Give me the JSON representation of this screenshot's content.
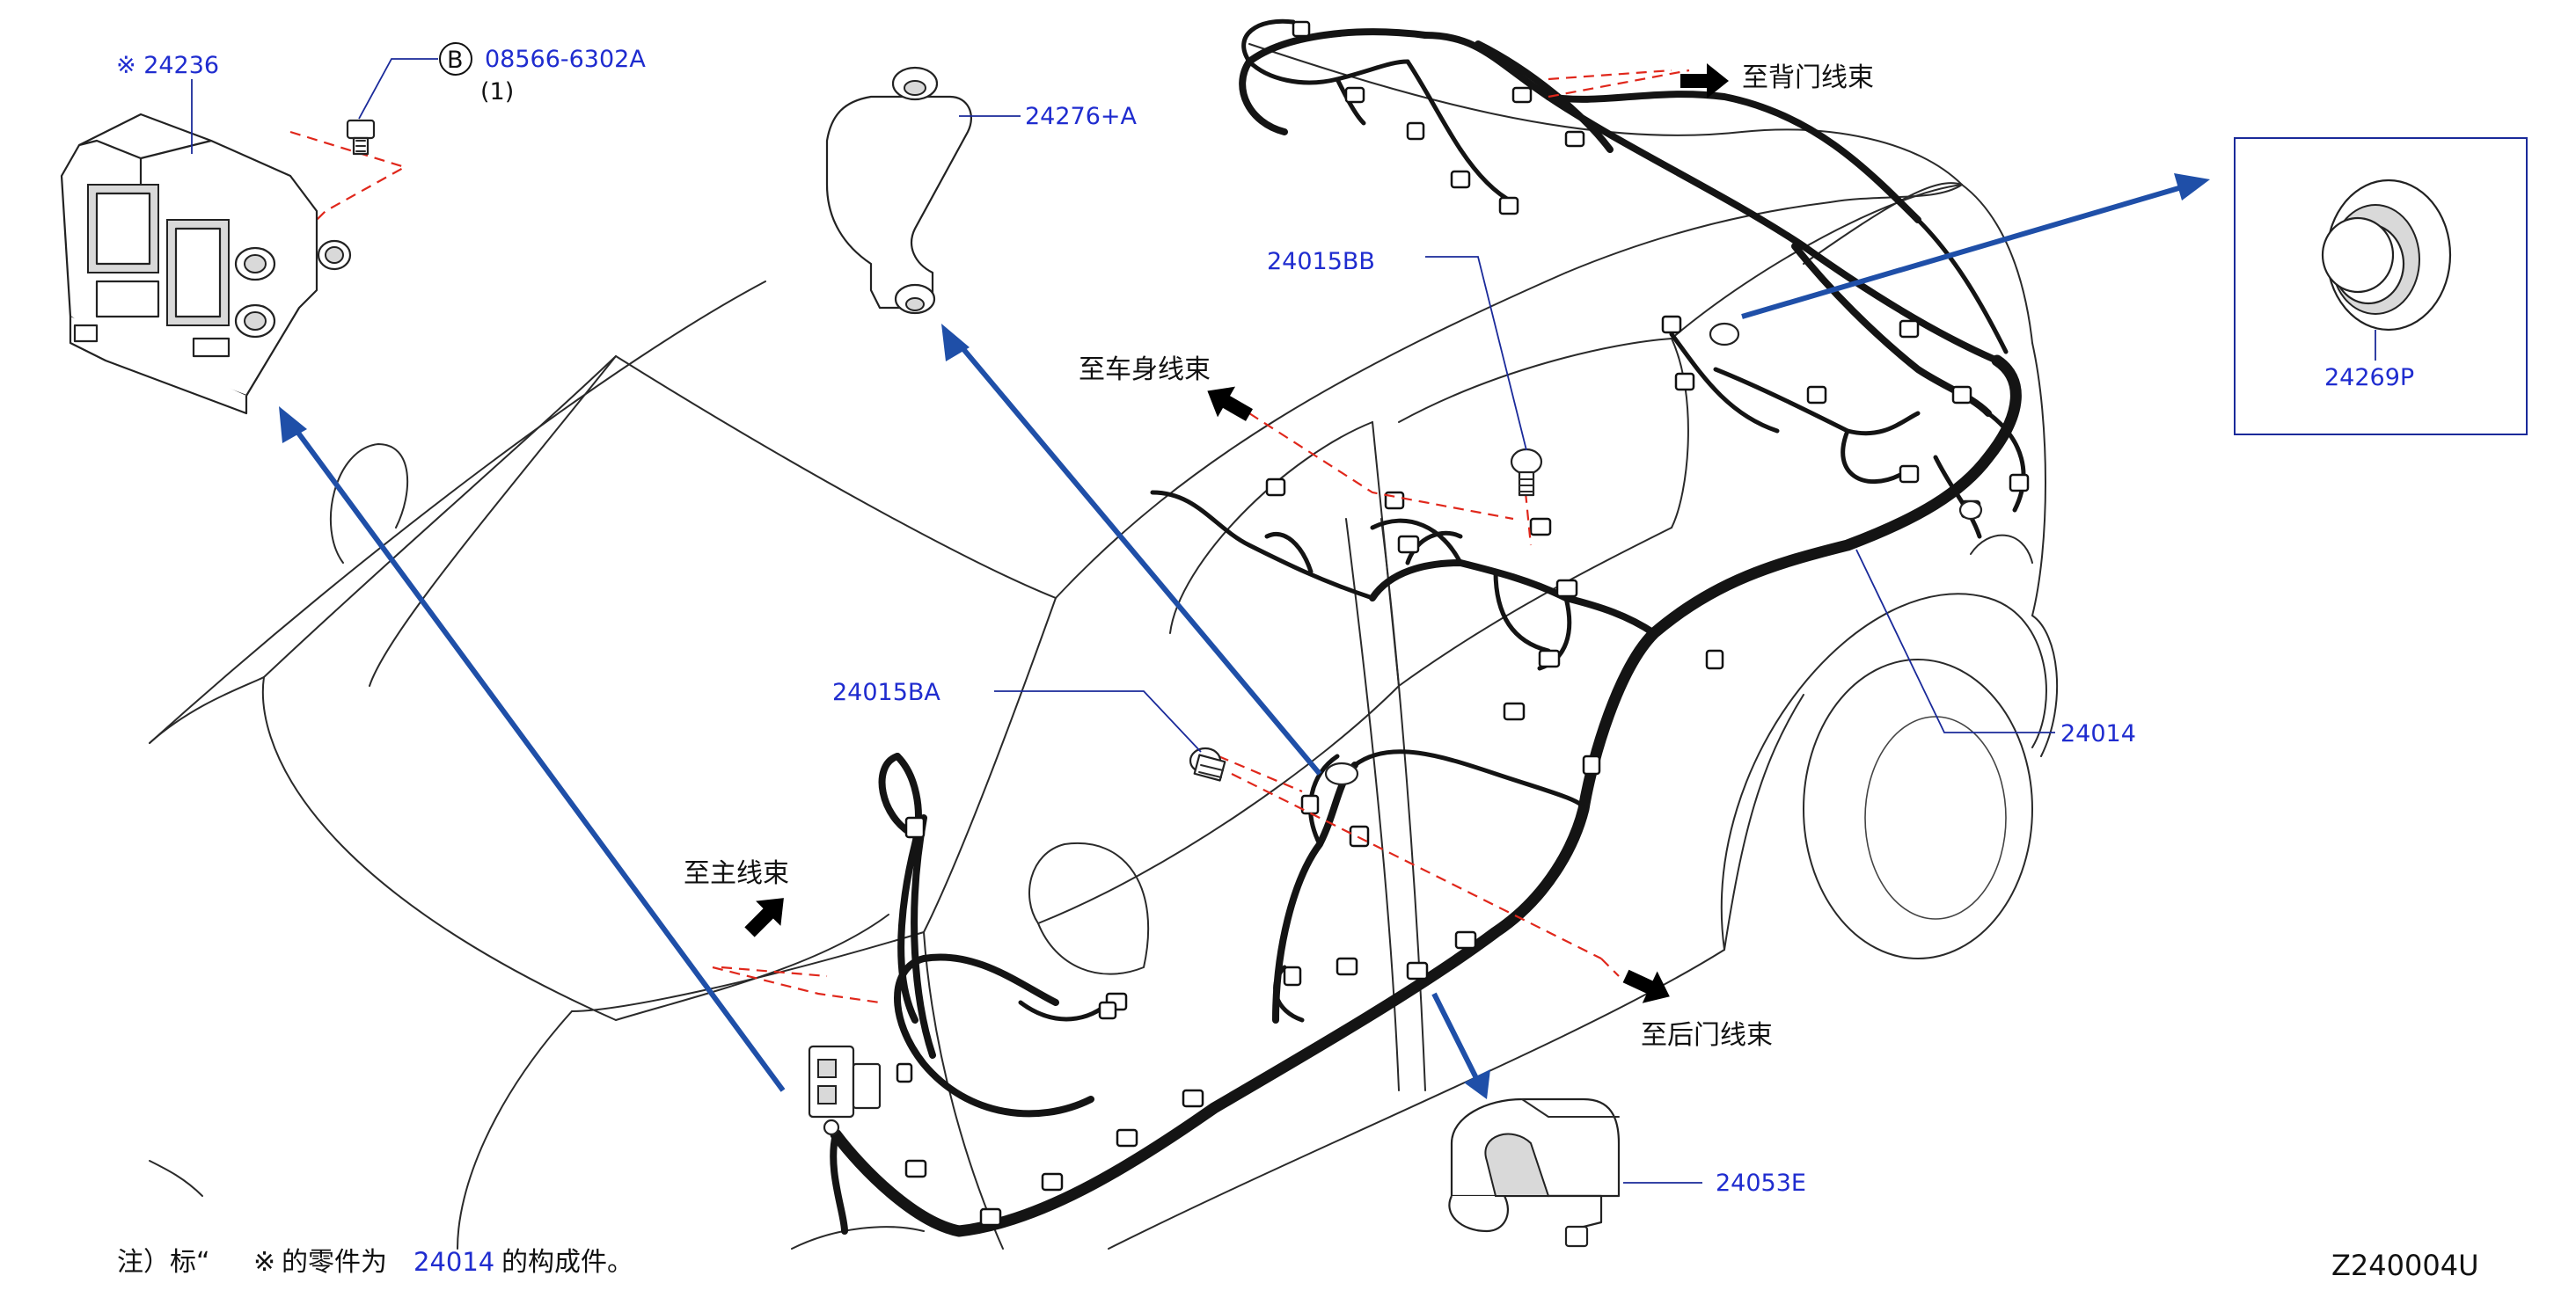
{
  "labels": {
    "p24236": "※ 24236",
    "bolt_symbol": "B",
    "p08566": "08566-6302A",
    "qty": "(1)",
    "p24276": "24276+A",
    "p24015BB": "24015BB",
    "p24015BA": "24015BA",
    "p24014": "24014",
    "p24269P": "24269P",
    "p24053E": "24053E",
    "to_back_door": "至背门线束",
    "to_body": "至车身线束",
    "to_main": "至主线束",
    "to_rear_door": "至后门线束",
    "note_prefix": "注）标“",
    "note_mark": "※",
    "note_mid": "的零件为",
    "note_part": "24014",
    "note_suffix": "的构成件。",
    "diagram_code": "Z240004U"
  },
  "colors": {
    "part_number": "#1f2ccf",
    "callout_arrow": "#1f4fa8",
    "dashed_leader": "#e0271b",
    "harness": "#141414"
  }
}
